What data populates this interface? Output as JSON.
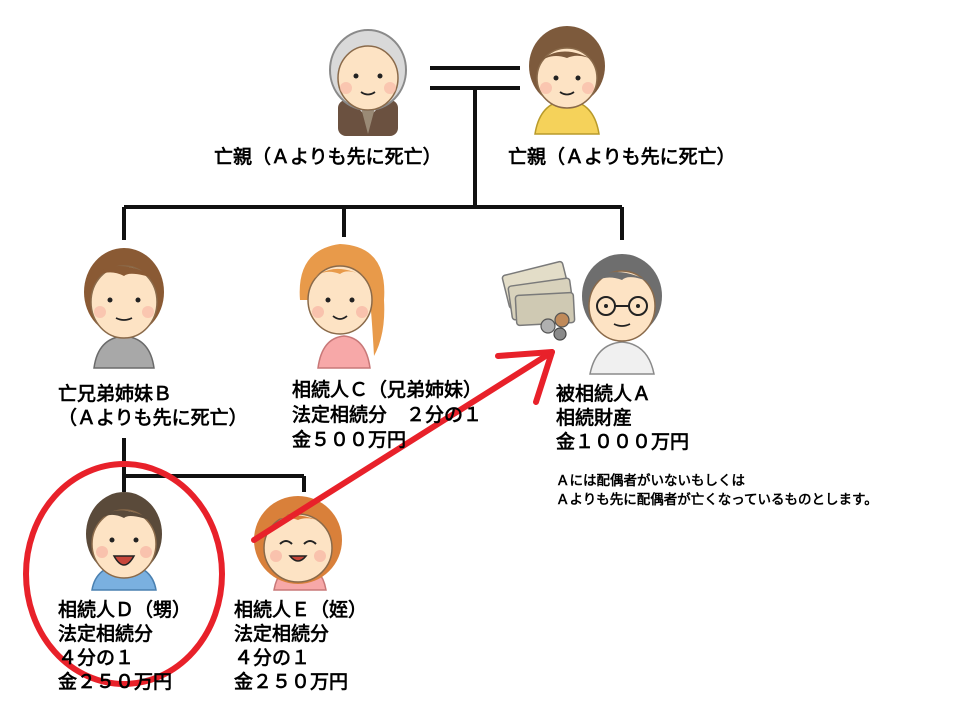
{
  "parents": {
    "father": {
      "label": "亡親（Ａよりも先に死亡）"
    },
    "mother": {
      "label": "亡親（Ａよりも先に死亡）"
    }
  },
  "sibling_b": {
    "line1": "亡兄弟姉妹Ｂ",
    "line2": "（Ａよりも先に死亡）"
  },
  "heir_c": {
    "line1": "相続人Ｃ（兄弟姉妹）",
    "line2": "法定相続分　２分の１",
    "line3": "金５００万円"
  },
  "decedent_a": {
    "line1": "被相続人Ａ",
    "line2": "相続財産",
    "line3": "金１０００万円"
  },
  "note": {
    "line1": "Ａには配偶者がいないもしくは",
    "line2": "Ａよりも先に配偶者が亡くなっているものとします。"
  },
  "heir_d": {
    "line1": "相続人Ｄ（甥）",
    "line2": "法定相続分",
    "line3": "４分の１",
    "line4": "金２５０万円"
  },
  "heir_e": {
    "line1": "相続人Ｅ（姪）",
    "line2": "法定相続分",
    "line3": "４分の１",
    "line4": "金２５０万円"
  },
  "colors": {
    "highlight_red": "#e8212a",
    "tree_line": "#111111"
  }
}
